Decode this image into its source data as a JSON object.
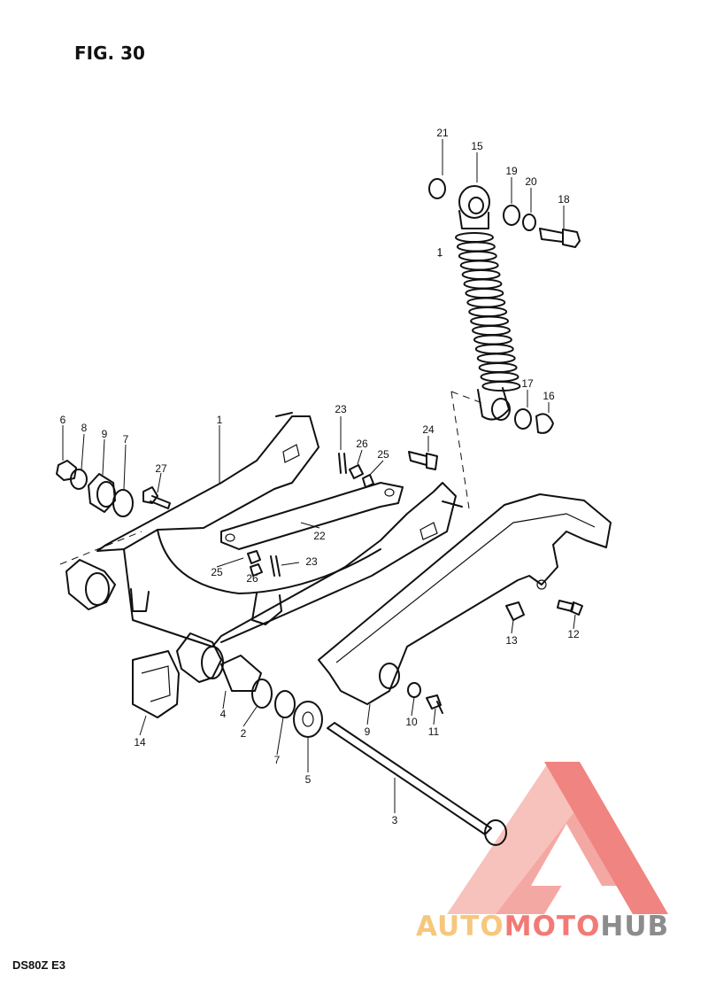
{
  "figure": {
    "title": "FIG. 30",
    "model": "DS80Z  E3"
  },
  "watermark": {
    "part_a": "AUTO",
    "part_b": "MOTO",
    "part_c": "HUB",
    "logo_color_light": "#f6b8b0",
    "logo_color_dark": "#ee6f6a"
  },
  "callouts": [
    {
      "id": "c-21",
      "text": "21"
    },
    {
      "id": "c-15",
      "text": "15"
    },
    {
      "id": "c-19",
      "text": "19"
    },
    {
      "id": "c-20",
      "text": "20"
    },
    {
      "id": "c-18",
      "text": "18"
    },
    {
      "id": "c-1a",
      "text": "1"
    },
    {
      "id": "c-17",
      "text": "17"
    },
    {
      "id": "c-16",
      "text": "16"
    },
    {
      "id": "c-23a",
      "text": "23"
    },
    {
      "id": "c-24",
      "text": "24"
    },
    {
      "id": "c-26a",
      "text": "26"
    },
    {
      "id": "c-25a",
      "text": "25"
    },
    {
      "id": "c-6",
      "text": "6"
    },
    {
      "id": "c-8",
      "text": "8"
    },
    {
      "id": "c-9",
      "text": "9"
    },
    {
      "id": "c-7a",
      "text": "7"
    },
    {
      "id": "c-27",
      "text": "27"
    },
    {
      "id": "c-1b",
      "text": "1"
    },
    {
      "id": "c-22",
      "text": "22"
    },
    {
      "id": "c-25b",
      "text": "25"
    },
    {
      "id": "c-26b",
      "text": "26"
    },
    {
      "id": "c-23b",
      "text": "23"
    },
    {
      "id": "c-13",
      "text": "13"
    },
    {
      "id": "c-12",
      "text": "12"
    },
    {
      "id": "c-14",
      "text": "14"
    },
    {
      "id": "c-4",
      "text": "4"
    },
    {
      "id": "c-2",
      "text": "2"
    },
    {
      "id": "c-7b",
      "text": "7"
    },
    {
      "id": "c-5",
      "text": "5"
    },
    {
      "id": "c-9b",
      "text": "9"
    },
    {
      "id": "c-10",
      "text": "10"
    },
    {
      "id": "c-11",
      "text": "11"
    },
    {
      "id": "c-3",
      "text": "3"
    }
  ]
}
